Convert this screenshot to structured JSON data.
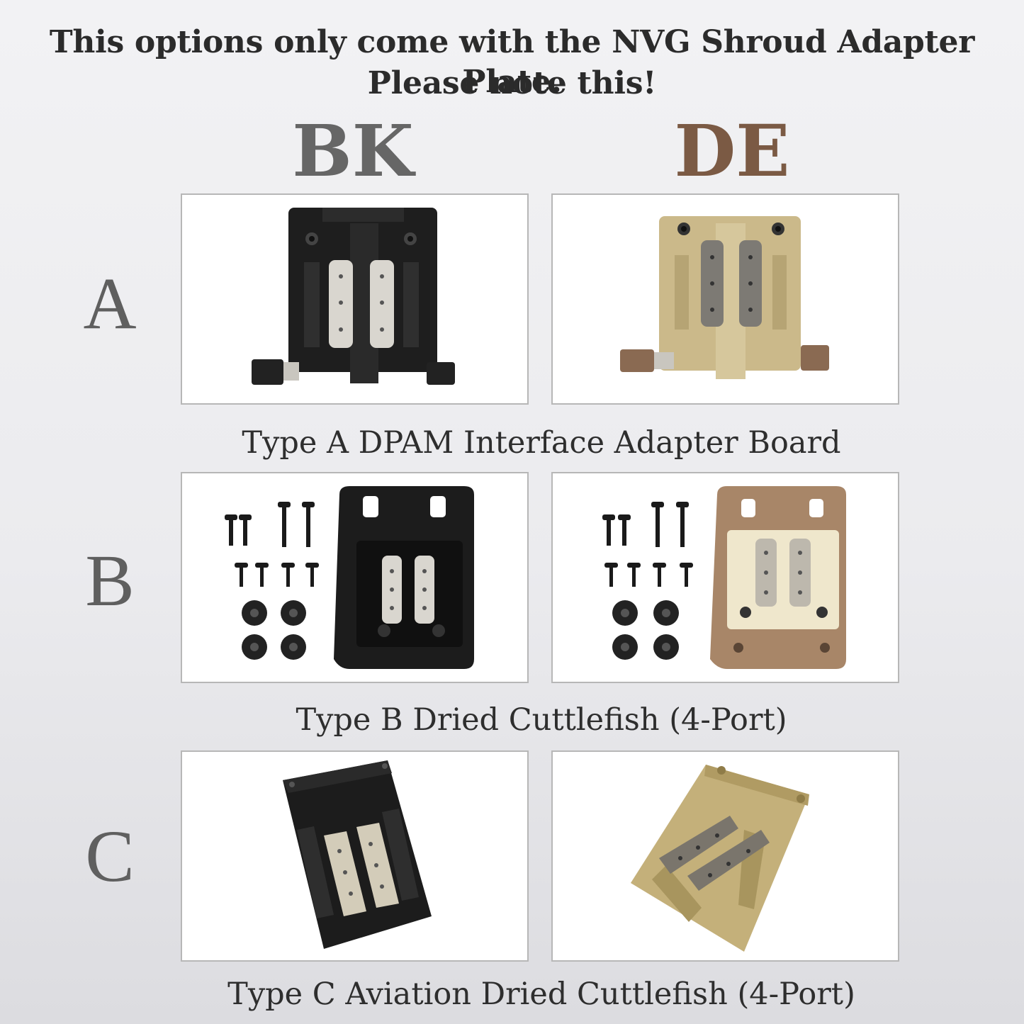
{
  "heading": {
    "line1": "This options only come with the NVG Shroud Adapter Plate.",
    "line2": "Please note this!"
  },
  "columns": [
    {
      "label": "BK",
      "color": "#666666"
    },
    {
      "label": "DE",
      "color": "#7b5a44"
    }
  ],
  "rows": [
    {
      "letter": "A",
      "caption": "Type A DPAM Interface Adapter Board"
    },
    {
      "letter": "B",
      "caption": "Type B Dried Cuttlefish (4-Port)"
    },
    {
      "letter": "C",
      "caption": "Type C Aviation Dried Cuttlefish (4-Port)"
    }
  ],
  "colors": {
    "bk_body": "#1e1e1e",
    "de_body_a": "#cbb98a",
    "de_frame_b": "#a88668",
    "de_body_c": "#c4b07a",
    "clip_metal": "#d9d6cf"
  }
}
